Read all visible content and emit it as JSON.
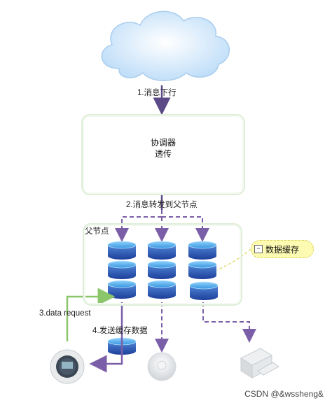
{
  "steps": {
    "s1": "1.消息下行",
    "s2": "2.消息转发到父节点",
    "s3": "3.data request",
    "s4": "4.发送缓存数据"
  },
  "coordinator": {
    "line1": "协调器",
    "line2": "透传"
  },
  "parent_node_label": "父节点",
  "note": {
    "text": "数据缓存"
  },
  "watermark": "CSDN @&wssheng&",
  "colors": {
    "arrow": "#5b4a86",
    "dashed_arrow": "#7b5ea8",
    "green_arrow": "#8cc66a",
    "cylinder_top": "#4aa6e6",
    "cylinder_body": "#2e5bb8",
    "cloud": "#cfe6fb"
  },
  "icons": [
    "cloud-icon",
    "thermostat-device-icon",
    "round-sensor-device-icon",
    "door-sensor-device-icon"
  ]
}
